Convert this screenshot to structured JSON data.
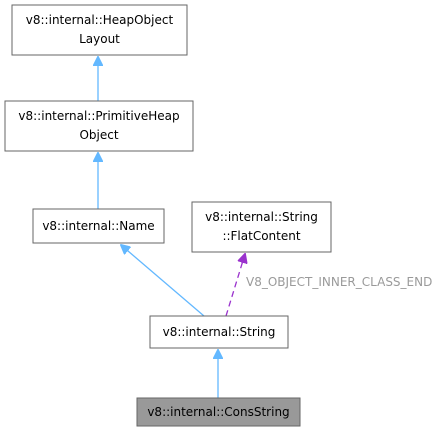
{
  "nodes": {
    "heap_object_layout": {
      "line1": "v8::internal::HeapObject",
      "line2": "Layout"
    },
    "primitive_heap_object": {
      "line1": "v8::internal::PrimitiveHeap",
      "line2": "Object"
    },
    "name": {
      "line1": "v8::internal::Name"
    },
    "flat_content": {
      "line1": "v8::internal::String",
      "line2": "::FlatContent"
    },
    "string": {
      "line1": "v8::internal::String"
    },
    "cons_string": {
      "line1": "v8::internal::ConsString"
    }
  },
  "edges": {
    "flat_content_label": "V8_OBJECT_INNER_CLASS_END"
  },
  "colors": {
    "inheritance_edge": "#63b8ff",
    "usage_edge": "#9a32cd",
    "current_node_fill": "#999999",
    "node_border": "#666666",
    "edge_label": "#9a9a9a"
  }
}
